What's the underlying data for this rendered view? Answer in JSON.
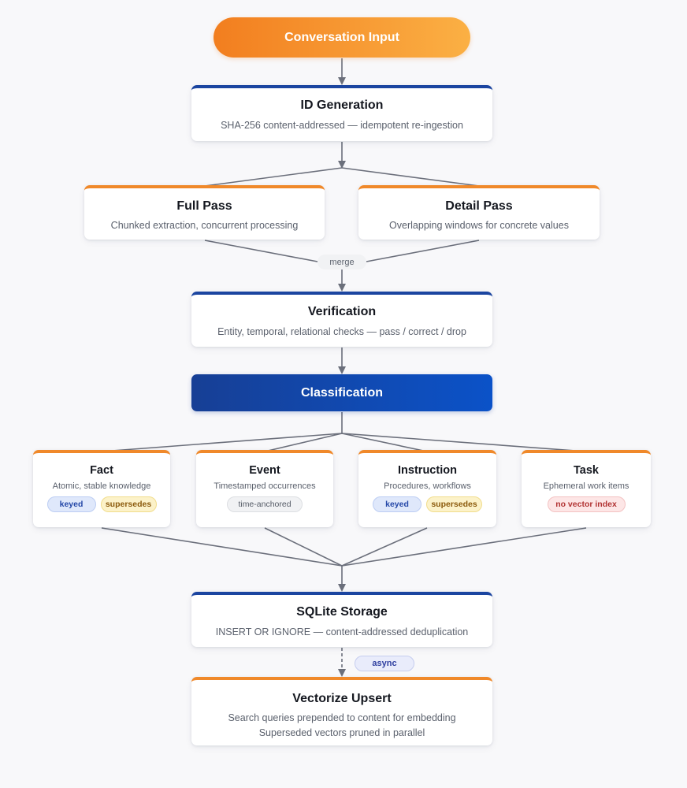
{
  "input": {
    "label": "Conversation Input"
  },
  "id_generation": {
    "title": "ID Generation",
    "subtitle": "SHA-256 content-addressed — idempotent re-ingestion"
  },
  "full_pass": {
    "title": "Full Pass",
    "subtitle": "Chunked extraction, concurrent processing"
  },
  "detail_pass": {
    "title": "Detail Pass",
    "subtitle": "Overlapping windows for concrete values"
  },
  "merge_label": "merge",
  "verification": {
    "title": "Verification",
    "subtitle": "Entity, temporal, relational checks — pass / correct / drop"
  },
  "classification": {
    "label": "Classification"
  },
  "categories": [
    {
      "title": "Fact",
      "subtitle": "Atomic, stable knowledge",
      "tags": [
        "keyed",
        "supersedes"
      ]
    },
    {
      "title": "Event",
      "subtitle": "Timestamped occurrences",
      "tags": [
        "time-anchored"
      ]
    },
    {
      "title": "Instruction",
      "subtitle": "Procedures, workflows",
      "tags": [
        "keyed",
        "supersedes"
      ]
    },
    {
      "title": "Task",
      "subtitle": "Ephemeral work items",
      "tags": [
        "no vector index"
      ]
    }
  ],
  "storage": {
    "title": "SQLite Storage",
    "subtitle": "INSERT OR IGNORE — content-addressed deduplication"
  },
  "async_label": "async",
  "vectorize": {
    "title": "Vectorize Upsert",
    "line1": "Search queries prepended to content for embedding",
    "line2": "Superseded vectors pruned in parallel"
  },
  "colors": {
    "accent_orange": "#f0892a",
    "accent_blue": "#1b45a0",
    "edge": "#6b6f7b",
    "background": "#f8f8fa"
  }
}
